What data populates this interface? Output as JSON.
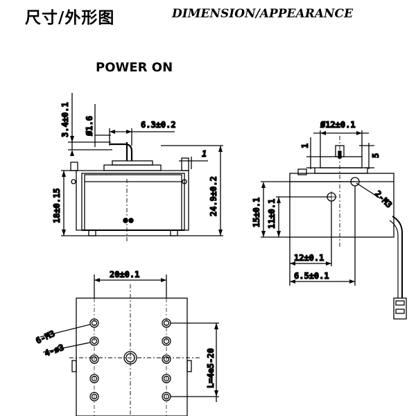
{
  "header": {
    "title_cn": "尺寸/外形图",
    "title_en": "DIMENSION/APPEARANCE"
  },
  "state_label": "POWER ON",
  "front_view": {
    "pin_offset": "3.4±0.1",
    "pin_diameter": "Ø1.6",
    "pin_travel": "6.3±0.2",
    "small_gap": "1",
    "body_height": "18±0.15",
    "total_height": "24.9±0.2"
  },
  "side_view": {
    "boss_diameter": "Ø12±0.1",
    "top_gap": "1",
    "top_height": "5",
    "screw_label": "2-M3",
    "hole_height_15": "15±0.1",
    "hole_height_11": "11±0.1",
    "hole_x_12": "12±0.1",
    "hole_x_65": "6.5±0.1"
  },
  "bottom_view": {
    "width": "20±0.1",
    "thread_label": "6-M3",
    "hole_label": "4-ø3",
    "lead_length": "L=4e5-20"
  }
}
